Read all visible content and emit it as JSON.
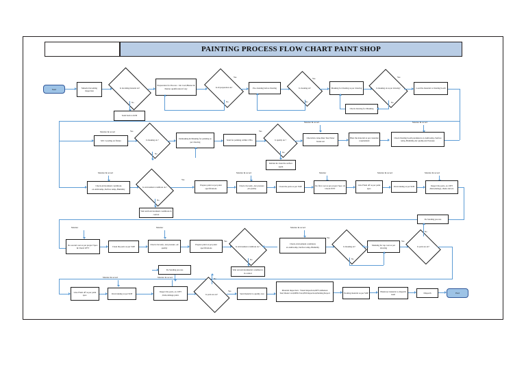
{
  "document": {
    "title": "PAINTING PROCESS FLOW CHART PAINT SHOP",
    "title_left_cell": "",
    "accent_color": "#b9cde5",
    "connector_color": "#5b9bd5",
    "terminator_fill": "#9dc3e6"
  },
  "labels": {
    "yes": "Yes",
    "no": "No",
    "monitor": "Monitor",
    "monitor_record": "Monitor & record"
  },
  "nodes": {
    "start": "Start",
    "n1": "Material incoming inspection",
    "d1": "Is incoming material ok?",
    "n2": "Send back to R/M",
    "n3": "Preparation for Process : Job Card,Blaster & Painter qualification if any",
    "d2": "Is all preparation ok?",
    "n4": "Pre-cleaning before blasting",
    "d3": "Is cleaning ok?",
    "n5": "Masking for blasting as per drawing",
    "d4": "Is masking ok as per drawing?",
    "n6": "Check drawing for Masking",
    "n7": "Load the material to blasting booth",
    "n8": "M/C Loading on fixture",
    "d5": "Is masking ok ?",
    "n9": "Demasking & Masking for painting as per drawing",
    "n10": "Send for painting within 2 Hrs.",
    "d6": "Is quality ok ?",
    "n11": "Reblast & clean the surface again",
    "n12": "Check RA value,Dust Test,Water break test",
    "n13": "Blast the material as per customer requirement",
    "n14": "Check blasting booth parameters ex.Amb.temp.,Surface temp.,Humidity,Air quality,Air Pressure",
    "n15": "Check environment conditions ex.Amb.temp.,Surface temp.,Humidity",
    "d7": "Is environment conditions ok ?",
    "n16": "Wait until environment conditions in control",
    "n17": "Prepare paint as per paint specifications",
    "n18": "Check viscosity ,Air pressure ,air quality",
    "n19": "Clean the parts as per SOP",
    "n20": "Do first coat as per project Spec. & Check WFT",
    "n21": "Give Flash off as per paint spec.",
    "n22": "Oven baking as per SOP",
    "n23": "Inspect the parts, ex. DFT ,Dent,damage, shade and etc.",
    "n24": "Do Sanding process",
    "n25": "Do second coat as per project Spec. & Check WFT",
    "n26": "Clean the parts as per SOP",
    "n27": "Check viscosity ,Air pressure ,air quality",
    "n28": "Prepare paint as per paint specifications",
    "d8": "Is environment conditions ok ?",
    "n29": "Check environment conditions ex.Amb.temp.,Surface temp.,Humidity",
    "n30": "Wait and environmental condition is in control",
    "d9": "Is masking ok?",
    "n31": "Masking for top coat as per drawing",
    "d10": "Is parts are ok?",
    "n32": "Do Sanding process",
    "n33": "Give Flash off as per paint spec.",
    "n34": "Oven baking as per SOP",
    "n35": "Inspect the parts, ex. DFT ,Dent,damage paint.",
    "d11": "Is parts are ok?",
    "n36": "Send material to quality area",
    "n37": "Material inspection : Visual inspection,DFT,Adhesion Test,Shade Card,MEK Test,PDI Inspection,Painting Report",
    "n38": "Packing material as per SOP",
    "n39": "Handover material to dispatch team",
    "n40": "Dispatch",
    "end": "End"
  }
}
